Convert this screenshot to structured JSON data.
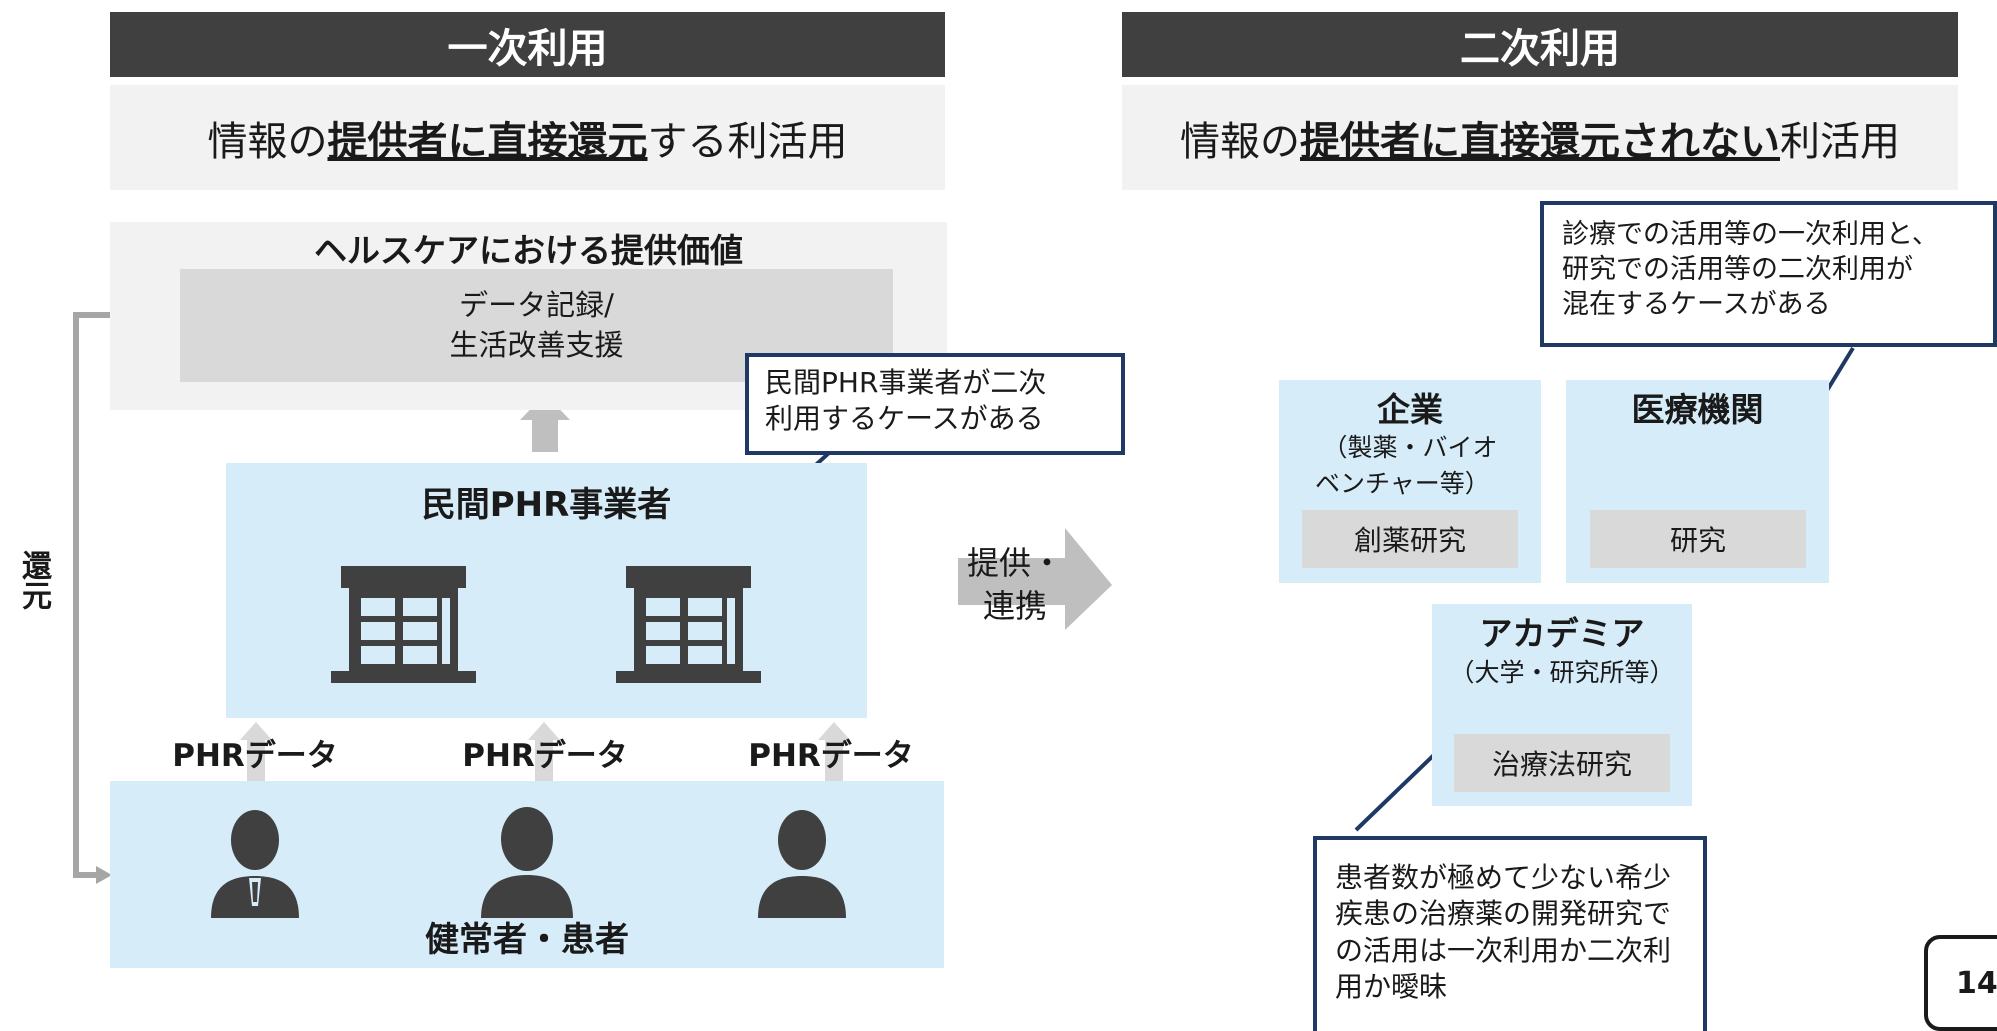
{
  "primary": {
    "header": "一次利用",
    "subtitle": {
      "pre": "情報の",
      "emph": "提供者に直接還元",
      "post": "する利活用"
    },
    "value_box": {
      "title": "ヘルスケアにおける提供価値",
      "inner_line1": "データ記録/",
      "inner_line2": "生活改善支援"
    },
    "phr_operator": "民間PHR事業者",
    "phr_labels": [
      "PHRデータ",
      "PHRデータ",
      "PHRデータ"
    ],
    "people_label": "健常者・患者",
    "return_label": "還元",
    "callout_line1": "民間PHR事業者が二次",
    "callout_line2": "利用するケースがある"
  },
  "arrow": {
    "line1": "提供・",
    "line2": "連携"
  },
  "secondary": {
    "header": "二次利用",
    "subtitle": {
      "pre": "情報の",
      "emph": "提供者に直接還元されない",
      "post": "利活用"
    },
    "callout_top": {
      "line1": "診療での活用等の一次利用と、",
      "line2": "研究での活用等の二次利用が",
      "line3": "混在するケースがある"
    },
    "company": {
      "title": "企業",
      "sub1": "（製薬・バイオ",
      "sub2": "ベンチャー等）",
      "tag": "創薬研究"
    },
    "hospital": {
      "title": "医療機関",
      "tag": "研究"
    },
    "academia": {
      "title": "アカデミア",
      "sub": "（大学・研究所等）",
      "tag": "治療法研究"
    },
    "callout_bottom": {
      "line1": "患者数が極めて少ない希少",
      "line2": "疾患の治療薬の開発研究で",
      "line3": "の活用は一次利用か二次利",
      "line4": "用か曖昧"
    }
  },
  "page_number": "14",
  "colors": {
    "header_bg": "#404040",
    "light_blue": "#d6ecf8",
    "light_grey": "#f2f2f2",
    "mid_grey": "#d9d9d9",
    "icon_grey": "#404040",
    "callout_border": "#1f3864"
  },
  "icons": [
    "building-icon",
    "person-icon",
    "up-arrow-icon",
    "right-arrow-icon"
  ]
}
